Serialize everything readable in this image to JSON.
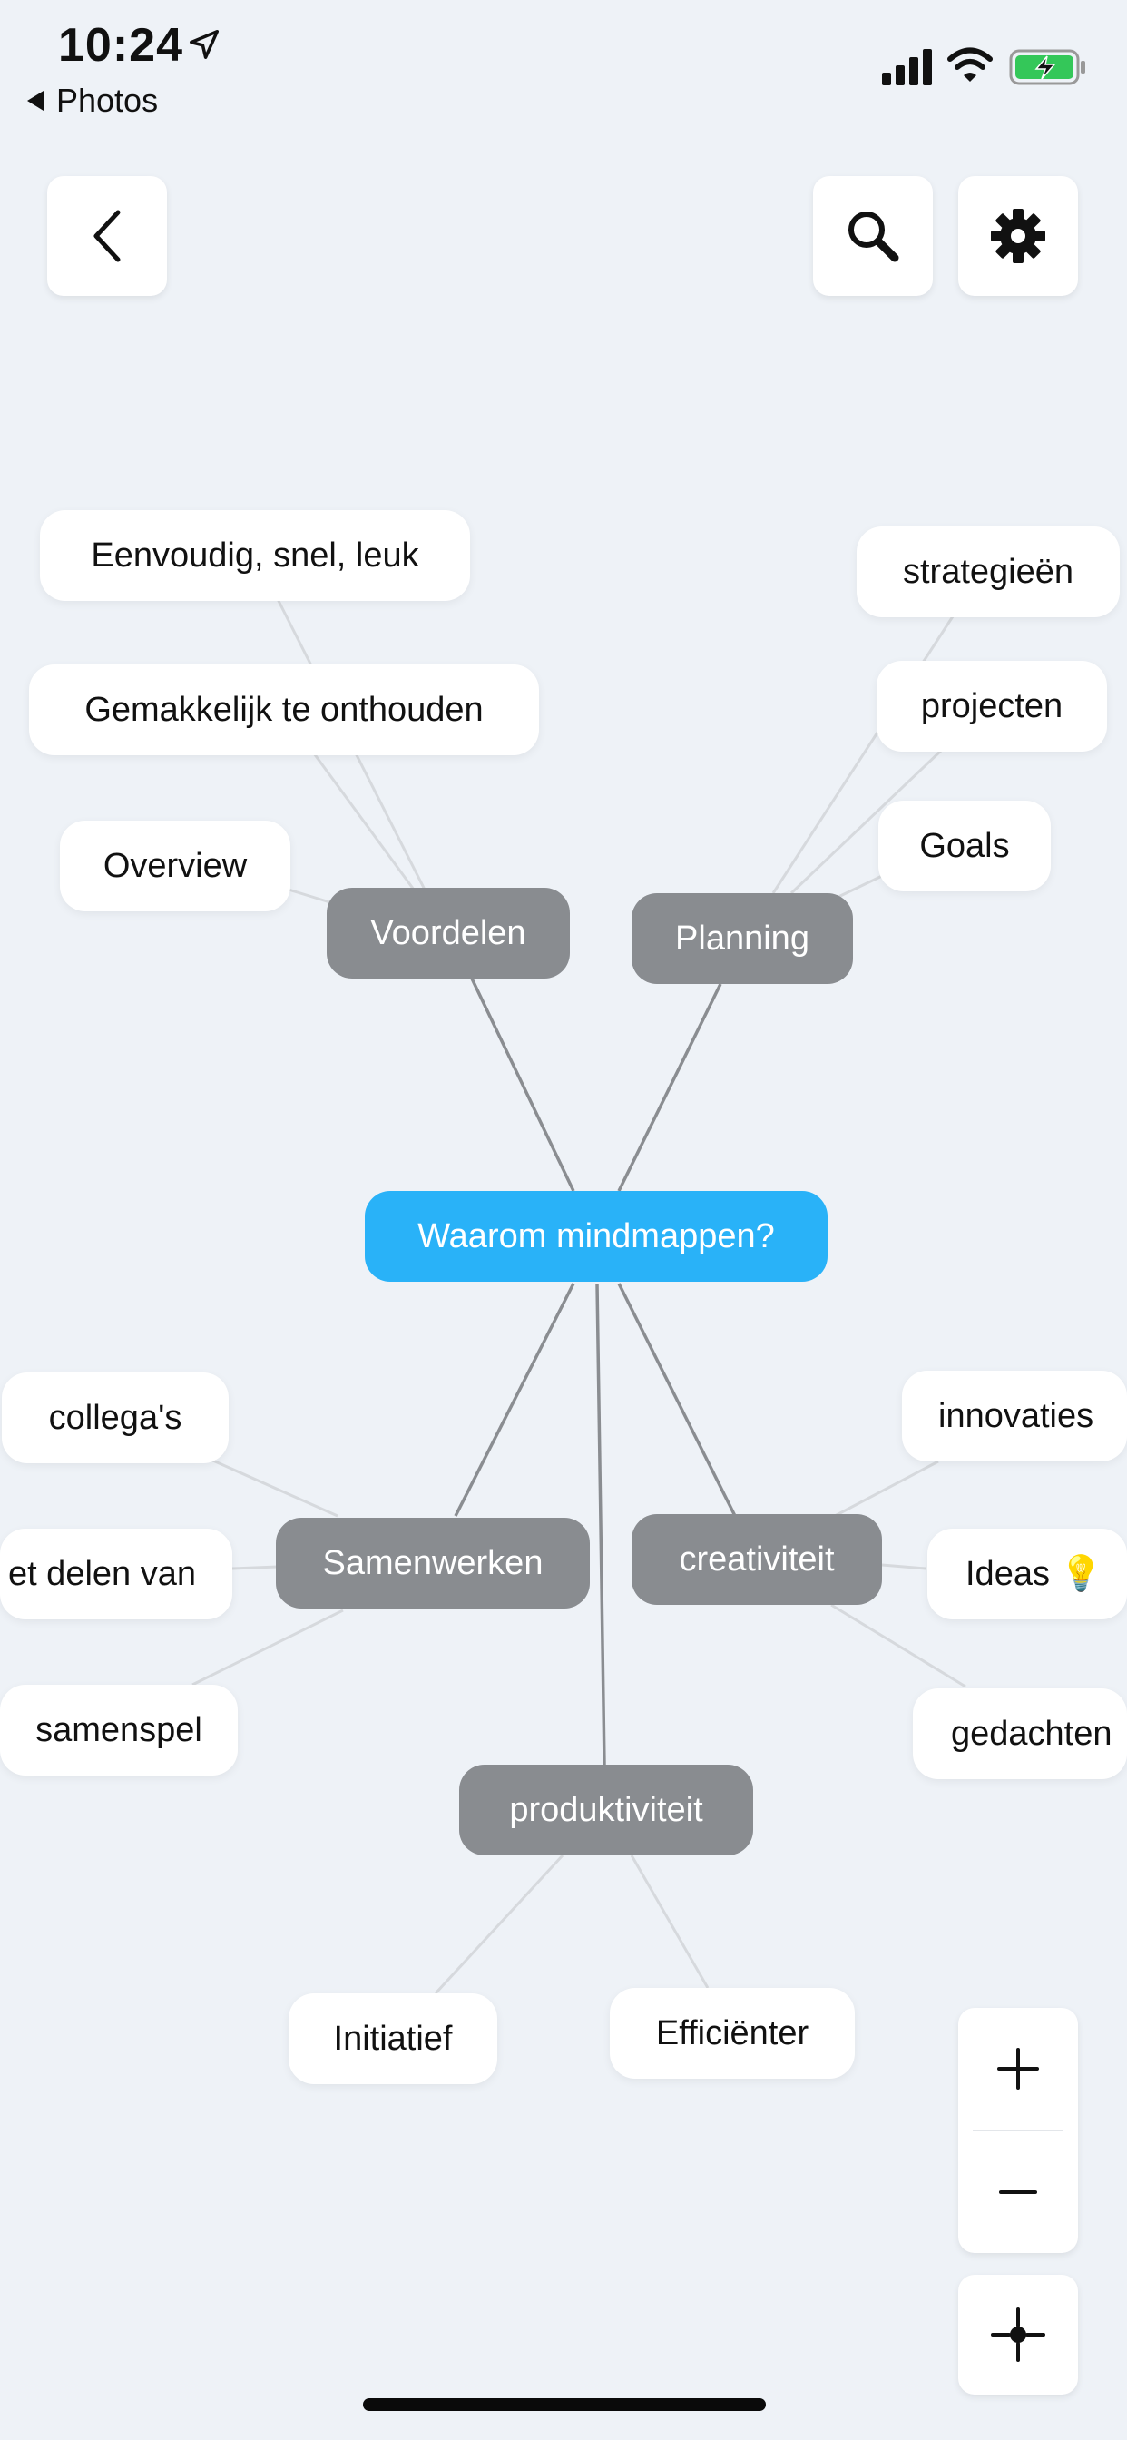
{
  "status_bar": {
    "time": "10:24",
    "back_app_label": "Photos"
  },
  "icons": {
    "location": "location-arrow-icon",
    "signal": "cellular-signal-icon",
    "wifi": "wifi-icon",
    "battery": "battery-charging-icon",
    "back": "chevron-left-icon",
    "search": "search-icon",
    "settings": "gear-icon",
    "zoom_in": "plus-icon",
    "zoom_out": "minus-icon",
    "recenter": "crosshair-icon"
  },
  "colors": {
    "background": "#eef2f7",
    "central_node": "#29b2f8",
    "branch_node": "#898c90",
    "leaf_node": "#ffffff",
    "battery_fill": "#34c759"
  },
  "mindmap": {
    "central": "Waarom mindmappen?",
    "branches": {
      "voordelen": {
        "label": "Voordelen",
        "children": [
          "Eenvoudig, snel, leuk",
          "Gemakkelijk te onthouden",
          "Overview"
        ]
      },
      "planning": {
        "label": "Planning",
        "children": [
          "strategieën",
          "projecten",
          "Goals"
        ]
      },
      "samenwerken": {
        "label": "Samenwerken",
        "children": [
          "collega's",
          "et delen van",
          "samenspel"
        ]
      },
      "creativiteit": {
        "label": "creativiteit",
        "children": [
          "innovaties",
          "Ideas 💡",
          "gedachten"
        ]
      },
      "produktiviteit": {
        "label": "produktiviteit",
        "children": [
          "Initiatief",
          "Efficiënter"
        ]
      }
    }
  }
}
